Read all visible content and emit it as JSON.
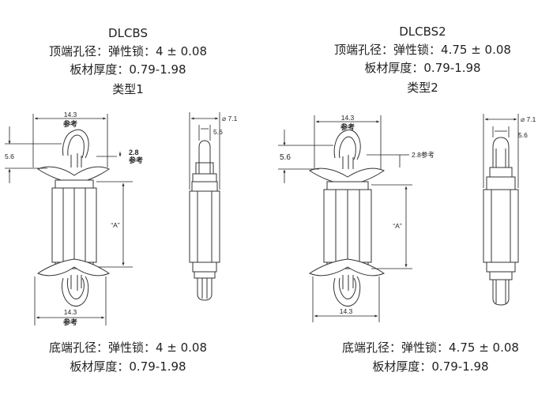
{
  "type1": {
    "model": "DLCBS",
    "top_hole": "顶端孔径：弹性锁：4 ± 0.08",
    "top_thickness": "板材厚度：0.79-1.98",
    "type_label": "类型1",
    "bottom_hole": "底端孔径：弹性锁：4 ± 0.08",
    "bottom_thickness": "板材厚度：0.79-1.98",
    "dims": {
      "top_width": "14.3",
      "top_width_note": "参考",
      "clip_height": "5.6",
      "flange": "2.8",
      "flange_note": "参考",
      "body": "“A”",
      "bottom_width": "14.3",
      "bottom_width_note": "参考",
      "diameter": "⌀ 7.1",
      "side_clip": "5.6"
    }
  },
  "type2": {
    "model": "DLCBS2",
    "top_hole": "顶端孔径：弹性锁：4.75 ± 0.08",
    "top_thickness": "板材厚度：0.79-1.98",
    "type_label": "类型2",
    "bottom_hole": "底端孔径：弹性锁：4.75 ± 0.08",
    "bottom_thickness": "板材厚度：0.79-1.98",
    "dims": {
      "top_width": "14.3",
      "top_width_note": "参考",
      "clip_height": "5.6",
      "flange": "2.8参考",
      "body": "“A”",
      "bottom_width": "14.3",
      "diameter": "⌀ 7.1",
      "side_clip": "5.6"
    }
  }
}
